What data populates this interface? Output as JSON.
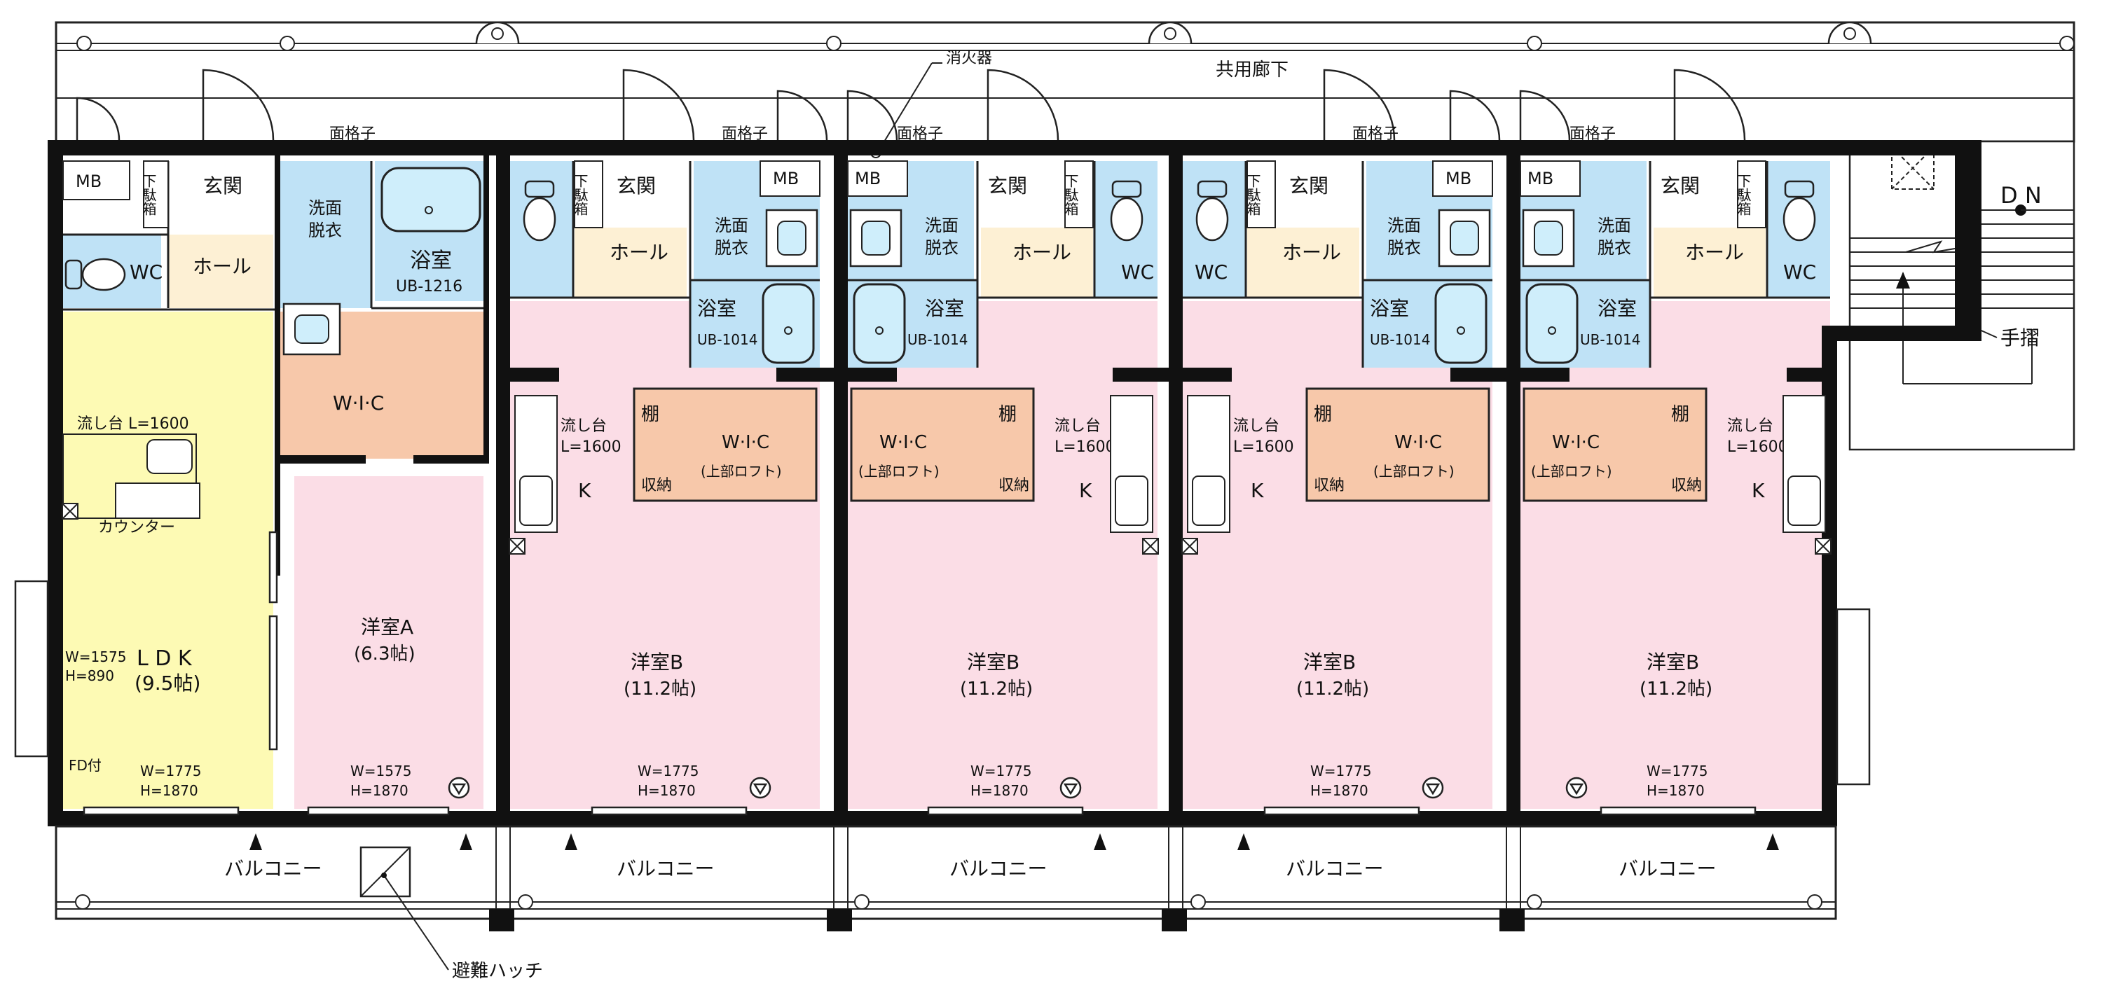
{
  "colors": {
    "ldk": "#fdfab4",
    "bedroom": "#fbdde6",
    "wet": "#bfe2f6",
    "storage": "#f7c8aa",
    "hall": "#fdf0d4",
    "wall": "#111111",
    "line": "#222222"
  },
  "labels": {
    "corridor": "共用廊下",
    "extinguisher": "消火器",
    "dn": "D N",
    "handrail": "手摺",
    "hatch": "避難ハッチ",
    "balcony": "バルコニー",
    "mb": "MB",
    "shoe": "下駄箱",
    "entrance": "玄関",
    "hall": "ホール",
    "wc": "WC",
    "wash": "洗面",
    "dressing": "脱衣",
    "bath": "浴室",
    "grille": "面格子",
    "wic": "W·I·C",
    "wic_loft": "W·I·C",
    "loft": "(上部ロフト)",
    "shelf": "棚",
    "storage": "収納",
    "kitchen": "K",
    "sink": "流し台",
    "sink_len": "L=1600"
  },
  "unit1": {
    "bath_model": "UB-1216",
    "sink_label": "流し台  L=1600",
    "counter": "カウンター",
    "ldk_name": "L D K",
    "ldk_size": "(9.5帖)",
    "side_win_w": "W=1575",
    "side_win_h": "H=890",
    "fd": "FD付",
    "ldk_win_w": "W=1775",
    "ldk_win_h": "H=1870",
    "room_name": "洋室A",
    "room_size": "(6.3帖)",
    "room_win_w": "W=1575",
    "room_win_h": "H=1870"
  },
  "units": [
    {
      "bath_model": "UB-1014",
      "room_name": "洋室B",
      "room_size": "(11.2帖)",
      "win_w": "W=1775",
      "win_h": "H=1870"
    },
    {
      "bath_model": "UB-1014",
      "room_name": "洋室B",
      "room_size": "(11.2帖)",
      "win_w": "W=1775",
      "win_h": "H=1870"
    },
    {
      "bath_model": "UB-1014",
      "room_name": "洋室B",
      "room_size": "(11.2帖)",
      "win_w": "W=1775",
      "win_h": "H=1870"
    },
    {
      "bath_model": "UB-1014",
      "room_name": "洋室B",
      "room_size": "(11.2帖)",
      "win_w": "W=1775",
      "win_h": "H=1870"
    }
  ]
}
